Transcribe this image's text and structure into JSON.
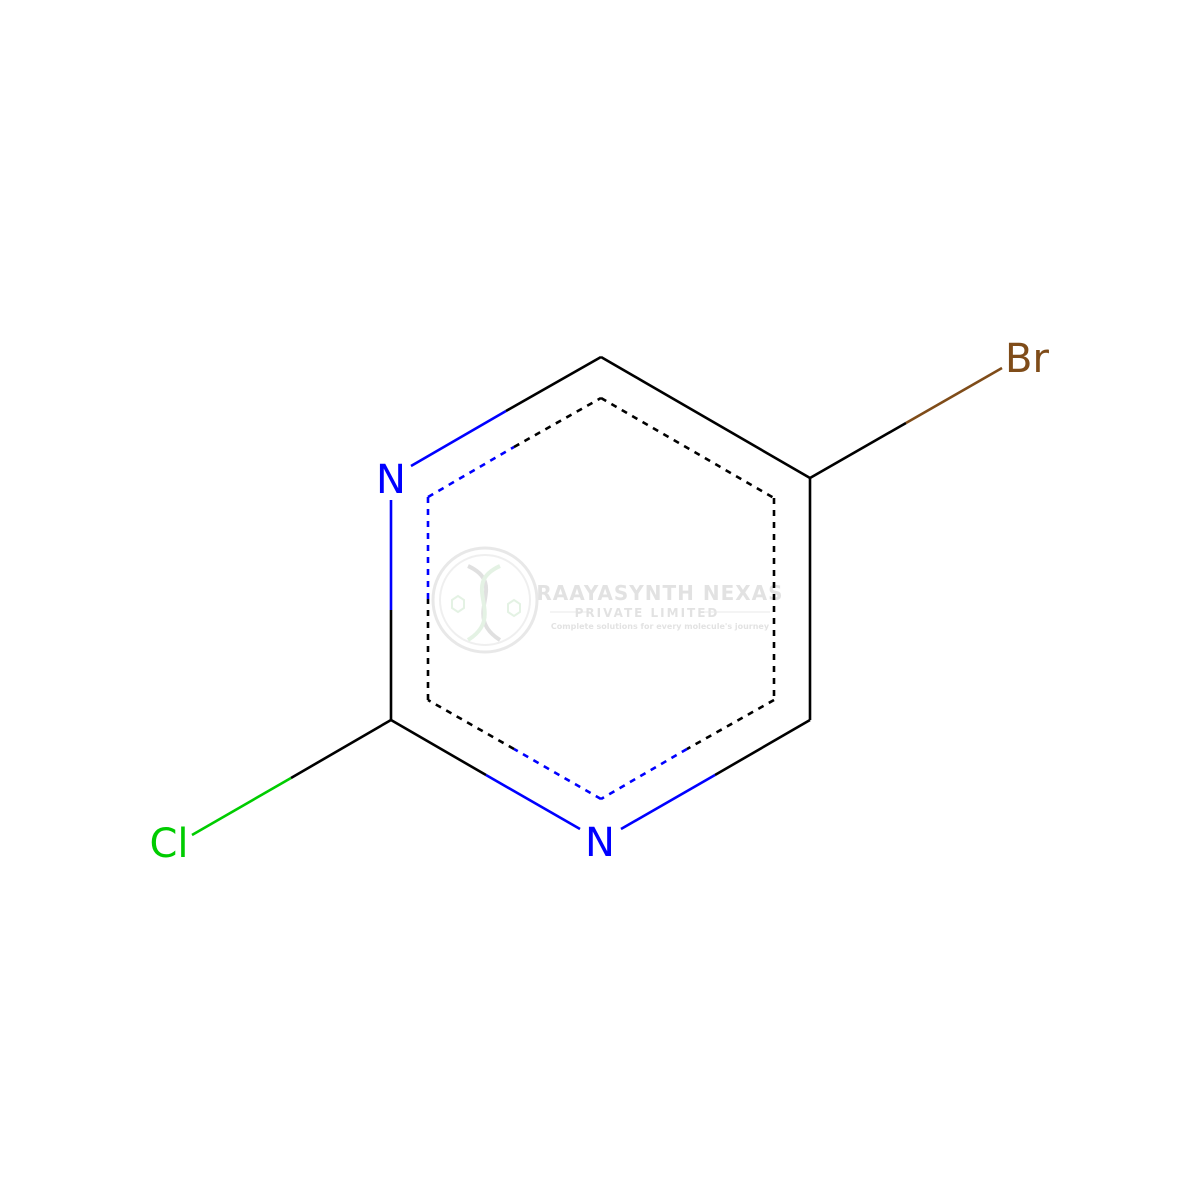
{
  "molecule": {
    "atoms": {
      "n1": {
        "symbol": "N",
        "color": "#0000ff"
      },
      "n3": {
        "symbol": "N",
        "color": "#0000ff"
      },
      "cl": {
        "symbol": "Cl",
        "color": "#00cc00"
      },
      "br": {
        "symbol": "Br",
        "color": "#7f4c19"
      }
    },
    "bond_color": "#000000",
    "aromatic_ring": true
  },
  "watermark": {
    "company": "RAAYASYNTH NEXAS",
    "subtitle": "PRIVATE LIMITED",
    "tagline": "Complete solutions for every molecule's journey",
    "logo": "dna-helix-logo-icon",
    "color": "#d0d0d0",
    "accent": "#c8e6c9"
  }
}
